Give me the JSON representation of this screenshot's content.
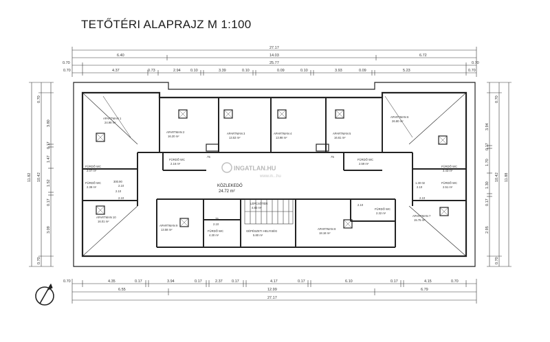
{
  "title": "TETŐTÉRI ALAPRAJZ M 1:100",
  "watermark": {
    "brand": "INGATLAN.HU",
    "url": "www.in...hu"
  },
  "top_dims": {
    "row1": [
      "27.17"
    ],
    "row2": [
      "6.40",
      "14.03",
      "6.72"
    ],
    "row3": [
      "0.70",
      "25.77",
      "0.70"
    ],
    "row4": [
      "0.70",
      "4.37",
      "0.73",
      "2.94",
      "0.10",
      "3.39",
      "0.10",
      "0.09",
      "0.10",
      "3.93",
      "0.09",
      "5.23",
      "0.70"
    ]
  },
  "bottom_dims": {
    "row1": [
      "0.70",
      "4.35",
      "0.17",
      "3.94",
      "0.17",
      "2.37",
      "0.17",
      "4.17",
      "0.17",
      "6.10",
      "0.17",
      "4.15",
      "0.70"
    ],
    "row2": [
      "6.55",
      "12.99",
      "6.79"
    ],
    "row3": [
      "27.17"
    ]
  },
  "left_dims": {
    "outer": [
      "11.82"
    ],
    "mid": [
      "0.70",
      "10.42",
      "0.70"
    ],
    "inner": [
      "3.80",
      "0.17",
      "1.47",
      "1.52",
      "0.17",
      "3.09"
    ]
  },
  "right_dims": {
    "outer": [
      "11.88"
    ],
    "mid": [
      "0.70",
      "10.42",
      "0.70"
    ],
    "inner": [
      "3.94",
      "0.17",
      "1.70",
      "1.30",
      "0.17",
      "2.95"
    ]
  },
  "rooms": [
    {
      "name": "APARTMAN 1",
      "area": "24.98 m²"
    },
    {
      "name": "APARTMAN 2",
      "area": "16.20 m²"
    },
    {
      "name": "APARTMAN 3",
      "area": "13.53 m²"
    },
    {
      "name": "APARTMAN 4",
      "area": "13.98 m²"
    },
    {
      "name": "APARTMAN 5",
      "area": "16.61 m²"
    },
    {
      "name": "APARTMAN 6",
      "area": "26.80 m²"
    },
    {
      "name": "APARTMAN 7",
      "area": "15.75 m²"
    },
    {
      "name": "APARTMAN 8",
      "area": "18.18 m²"
    },
    {
      "name": "APARTMAN 9",
      "area": "13.58 m²"
    },
    {
      "name": "APARTMAN 10",
      "area": "16.01 m²"
    },
    {
      "name": "FÜRDŐ WC",
      "area": "2.16 m²"
    },
    {
      "name": "FÜRDŐ WC",
      "area": "2.59 m²"
    },
    {
      "name": "FÜRDŐ WC",
      "area": "2.07 m²"
    },
    {
      "name": "FÜRDŐ WC",
      "area": "3.43 m²"
    },
    {
      "name": "FÜRDŐ WC",
      "area": "2.38 m²"
    },
    {
      "name": "FÜRDŐ WC",
      "area": "2.51 m²"
    },
    {
      "name": "FÜRDŐ WC",
      "area": "4.30 m²"
    },
    {
      "name": "FÜRDŐ WC",
      "area": "2.32 m²"
    },
    {
      "name": "KÖZLEKEDŐ",
      "area": "24.72 m²"
    },
    {
      "name": "LÉPCSŐTÉR",
      "area": "4.82 m²"
    },
    {
      "name": "GÉPÉSZETI HELYISÉG",
      "area": "5.80 m²"
    }
  ],
  "small_labels": [
    "2.10",
    "2.10",
    "2.10",
    "2.10",
    "2.10",
    ".75",
    ".75",
    ".75",
    "300.90",
    "1.30 02",
    "2.10",
    "2.10"
  ]
}
